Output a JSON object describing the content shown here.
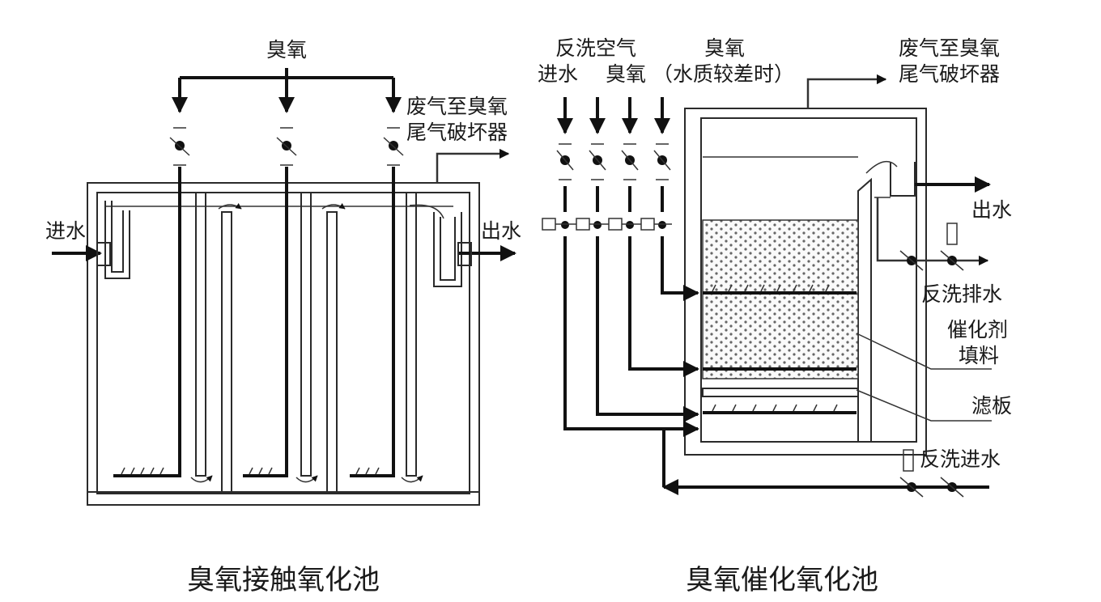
{
  "left": {
    "title": "臭氧接触氧化池",
    "ozone": "臭氧",
    "inlet": "进水",
    "outlet": "出水",
    "exhaust_1": "废气至臭氧",
    "exhaust_2": "尾气破坏器"
  },
  "right": {
    "title": "臭氧催化氧化池",
    "backwash_air": "反洗空气",
    "inlet": "进水",
    "ozone_1": "臭氧",
    "ozone_2": "臭氧",
    "ozone_poor_water": "（水质较差时）",
    "exhaust_1": "废气至臭氧",
    "exhaust_2": "尾气破坏器",
    "outlet": "出水",
    "backwash_drain": "反洗排水",
    "catalyst_1": "催化剂",
    "catalyst_2": "填料",
    "filter_plate": "滤板",
    "backwash_inlet": "反洗进水"
  }
}
